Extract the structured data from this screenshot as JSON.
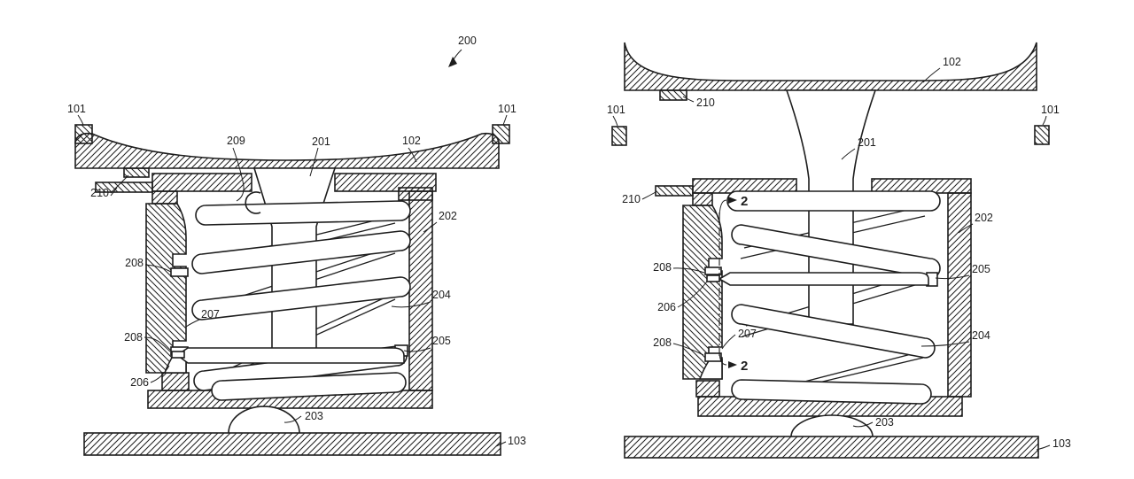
{
  "colors": {
    "ink": "#1d1d1d",
    "paper": "#ffffff"
  },
  "refs": {
    "n2": "2",
    "n101": "101",
    "n102": "102",
    "n103": "103",
    "n200": "200",
    "n201": "201",
    "n202": "202",
    "n203": "203",
    "n204": "204",
    "n205": "205",
    "n206": "206",
    "n207": "207",
    "n208": "208",
    "n209": "209",
    "n210": "210"
  }
}
